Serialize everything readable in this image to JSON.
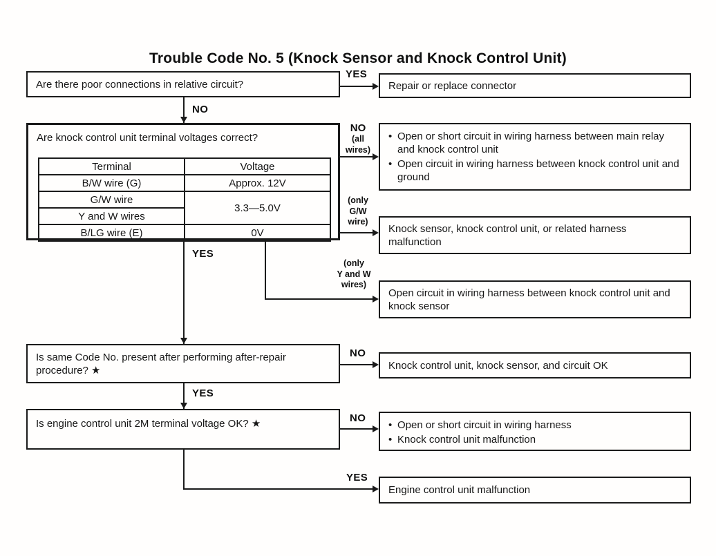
{
  "title": "Trouble Code No. 5 (Knock Sensor and Knock Control Unit)",
  "boxes": {
    "q1": "Are there poor connections in relative circuit?",
    "r1": "Repair or replace connector",
    "q2": "Are knock control unit terminal voltages correct?",
    "r2_items": [
      "Open or short circuit in wiring harness between main relay and knock control unit",
      "Open circuit in wiring harness between knock control unit and ground"
    ],
    "r3": "Knock sensor, knock control unit, or related harness malfunction",
    "r4": "Open circuit in wiring harness between knock control unit and knock sensor",
    "q3": "Is same Code No. present after performing after-repair procedure? ★",
    "r5": "Knock control unit, knock sensor, and circuit OK",
    "q4": "Is engine control unit 2M terminal voltage OK? ★",
    "r6_items": [
      "Open or short circuit in wiring harness",
      "Knock control unit malfunction"
    ],
    "r7": "Engine control unit malfunction"
  },
  "terminal_table": {
    "headers": [
      "Terminal",
      "Voltage"
    ],
    "rows": [
      [
        "B/W wire (G)",
        "Approx. 12V"
      ],
      [
        "G/W wire",
        "3.3—5.0V"
      ],
      [
        "Y and W wires"
      ],
      [
        "B/LG wire (E)",
        "0V"
      ]
    ]
  },
  "labels": {
    "yes_q1": "YES",
    "no_q1": "NO",
    "no_allwires_no": "NO",
    "no_allwires_detail": "(all\nwires)",
    "only_gw": "(only\nG/W\nwire)",
    "only_yw": "(only\nY and W\nwires)",
    "yes_q2": "YES",
    "no_q3": "NO",
    "yes_q3": "YES",
    "no_q4": "NO",
    "yes_q4": "YES"
  }
}
